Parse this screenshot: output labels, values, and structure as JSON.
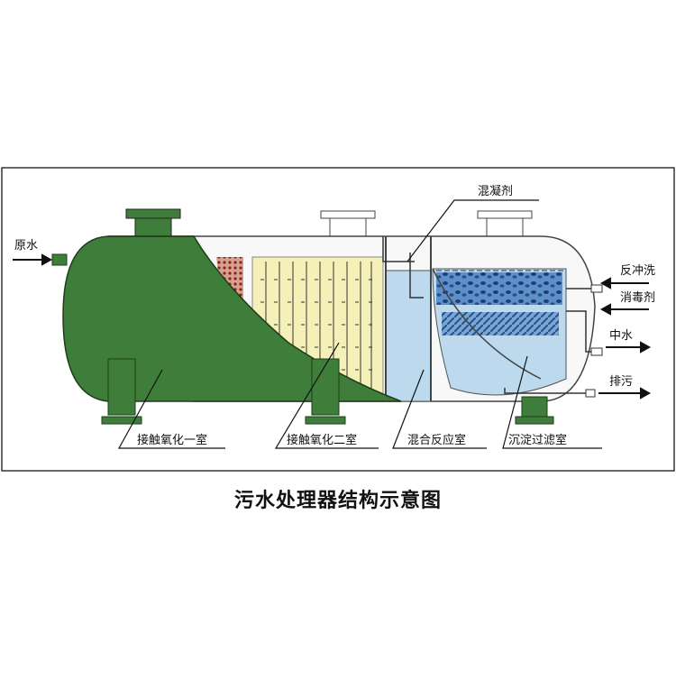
{
  "labels": {
    "raw_water": "原水",
    "coagulant": "混凝剂",
    "backwash": "反冲洗",
    "disinfectant": "消毒剂",
    "reclaimed_water": "中水",
    "sludge_discharge": "排污",
    "chamber_1": "接触氧化一室",
    "chamber_2": "接触氧化二室",
    "mixing_chamber": "混合反应室",
    "settling_filter_chamber": "沉淀过滤室"
  },
  "caption": "污水处理器结构示意图",
  "colors": {
    "tank_green": "#3f7d3a",
    "media_yellow": "#f4f0b8",
    "water_blue": "#bcd9ee",
    "filter_blue": "#3a73b5",
    "pipe_white": "#ffffff",
    "outline": "#222222",
    "hatch_red": "#9a2b1e"
  }
}
